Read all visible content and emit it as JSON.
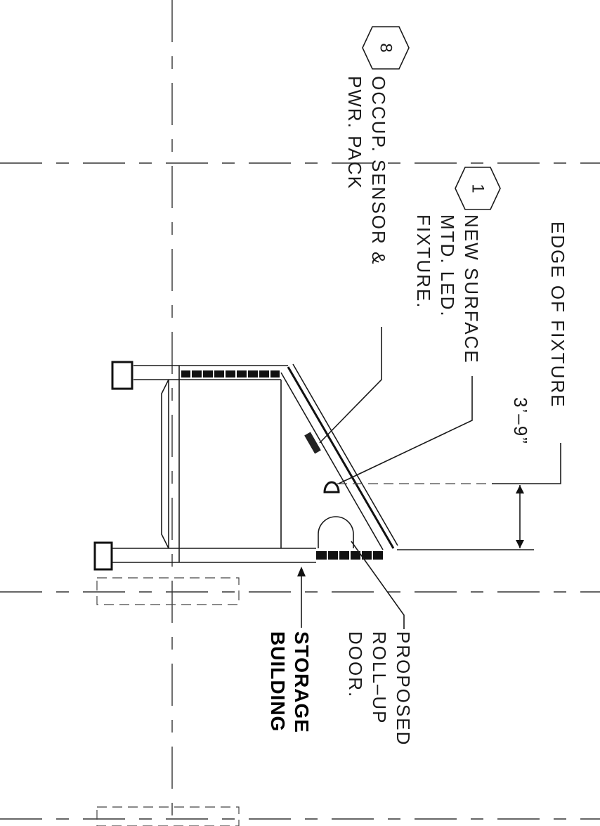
{
  "labels": {
    "edge_of_fixture": "EDGE OF FIXTURE",
    "dimension": "3’–9”",
    "keynote_1": "1",
    "keynote_8": "8",
    "new_surface_line1": "NEW SURFACE",
    "new_surface_line2": "MTD. LED.",
    "new_surface_line3": "FIXTURE.",
    "occup_line1": "OCCUP. SENSOR &",
    "occup_line2": "PWR. PACK",
    "proposed_line1": "PROPOSED",
    "proposed_line2": "ROLL–UP",
    "proposed_line3": "DOOR.",
    "storage_line1": "STORAGE",
    "storage_line2": "BUILDING"
  }
}
